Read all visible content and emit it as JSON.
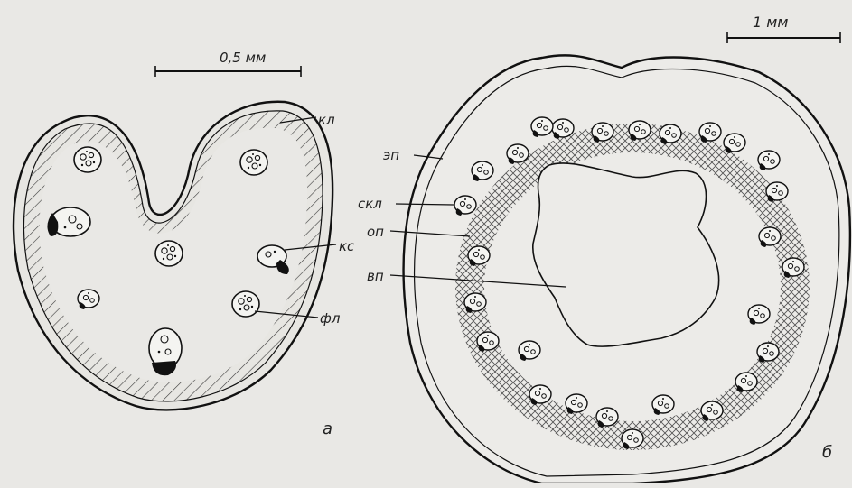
{
  "scale_a": "0,5 мм",
  "scale_b": "1 мм",
  "labels": {
    "kl": "кл",
    "ks": "кс",
    "fl": "фл",
    "ep": "эп",
    "skl": "скл",
    "op": "оп",
    "vp": "вп"
  },
  "panel_a": "а",
  "panel_b": "б",
  "colors": {
    "ink": "#1b1b1b",
    "paper": "#e9e8e5",
    "hatch": "#444444"
  }
}
